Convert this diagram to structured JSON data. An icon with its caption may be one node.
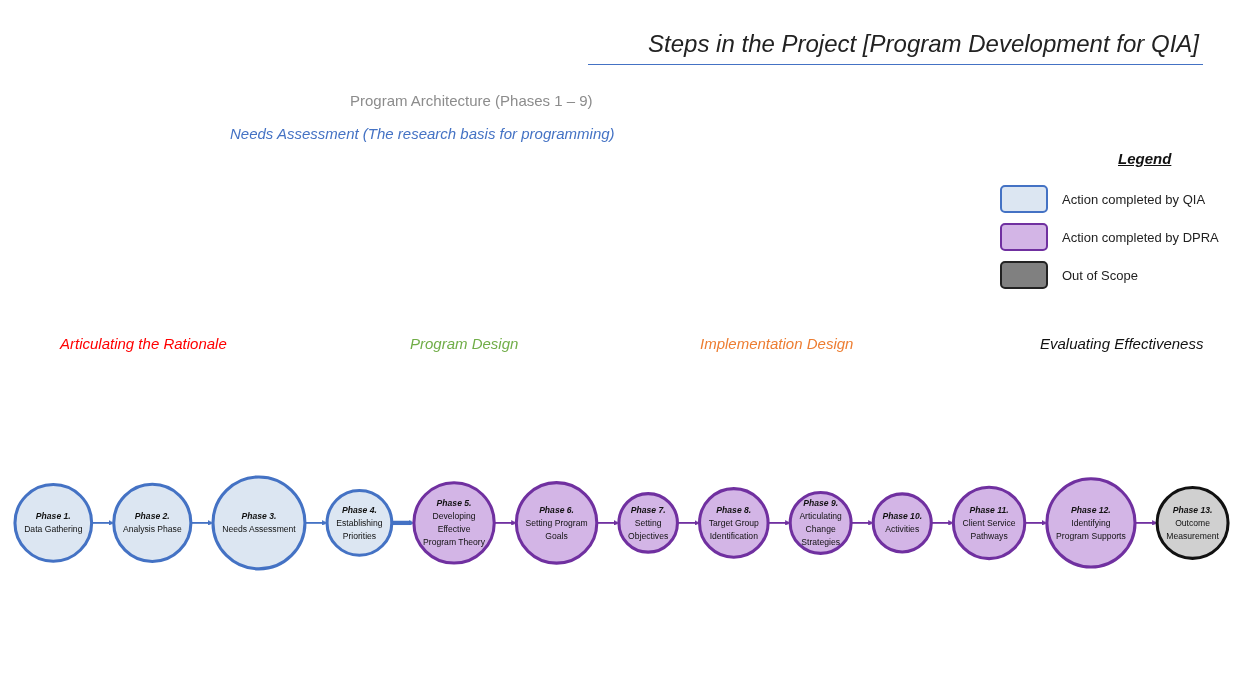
{
  "diagram": {
    "title": "Steps in the Project [Program Development for QIA]",
    "nodes": [
      {
        "text": [
          "Phase 1.",
          "Data Gathering"
        ]
      },
      {
        "text": [
          "Phase 2.",
          "Analysis Phase"
        ]
      },
      {
        "text": [
          "Phase 3.",
          "Needs Assessment"
        ]
      },
      {
        "text": [
          "Phase 4.",
          "Establishing Priorities"
        ]
      },
      {
        "text": [
          "Phase 5.",
          "Developing Effective Program Theory"
        ]
      },
      {
        "text": [
          "Phase 6.",
          "Setting Program Goals"
        ]
      },
      {
        "text": [
          "Phase 7.",
          "Setting Objectives"
        ]
      },
      {
        "text": [
          "Phase 8.",
          "Target Group Identification"
        ]
      },
      {
        "text": [
          "Phase 9.",
          "Articulating Change Strategies"
        ]
      },
      {
        "text": [
          "Phase 10.",
          "Activities"
        ]
      },
      {
        "text": [
          "Phase 11.",
          "Client Service Pathways"
        ]
      },
      {
        "text": [
          "Phase 12.",
          "Identifying Program Supports"
        ]
      },
      {
        "text": [
          "Phase 13.",
          "Outcome Measurement"
        ]
      }
    ],
    "edges": [
      {
        "from": 0,
        "to": 1,
        "arrow": "to",
        "color": "#4472c4"
      },
      {
        "from": 1,
        "to": 2,
        "arrow": "to",
        "color": "#4472c4"
      },
      {
        "from": 2,
        "to": 3,
        "arrow": "to",
        "color": "#4472c4"
      },
      {
        "from": 3,
        "to": 4,
        "arrow": "to",
        "style": "thick",
        "color": "#4472c4"
      },
      {
        "from": 4,
        "to": 5,
        "arrow": "to"
      },
      {
        "from": 5,
        "to": 6,
        "arrow": "to"
      },
      {
        "from": 6,
        "to": 7,
        "arrow": "to"
      },
      {
        "from": 7,
        "to": 8,
        "arrow": "to"
      },
      {
        "from": 8,
        "to": 9,
        "arrow": "to"
      },
      {
        "from": 9,
        "to": 10,
        "arrow": "to"
      },
      {
        "from": 10,
        "to": 11,
        "arrow": "to"
      },
      {
        "from": 11,
        "to": 12,
        "arrow": "to"
      }
    ],
    "labels": [
      "Program Architecture (Phases 1 – 9)",
      "Needs Assessment (The research basis for programming)",
      "Legend",
      "Articulating the Rationale",
      "Program Design",
      "Implementation Design",
      "Evaluating Effectiveness"
    ],
    "legend": [
      {
        "text": "Action completed by QIA",
        "color": "#dce6f2"
      },
      {
        "text": "Action completed by DPRA",
        "color": "#d3b5e6"
      },
      {
        "text": "Out of Scope",
        "color": "#808080"
      }
    ]
  }
}
